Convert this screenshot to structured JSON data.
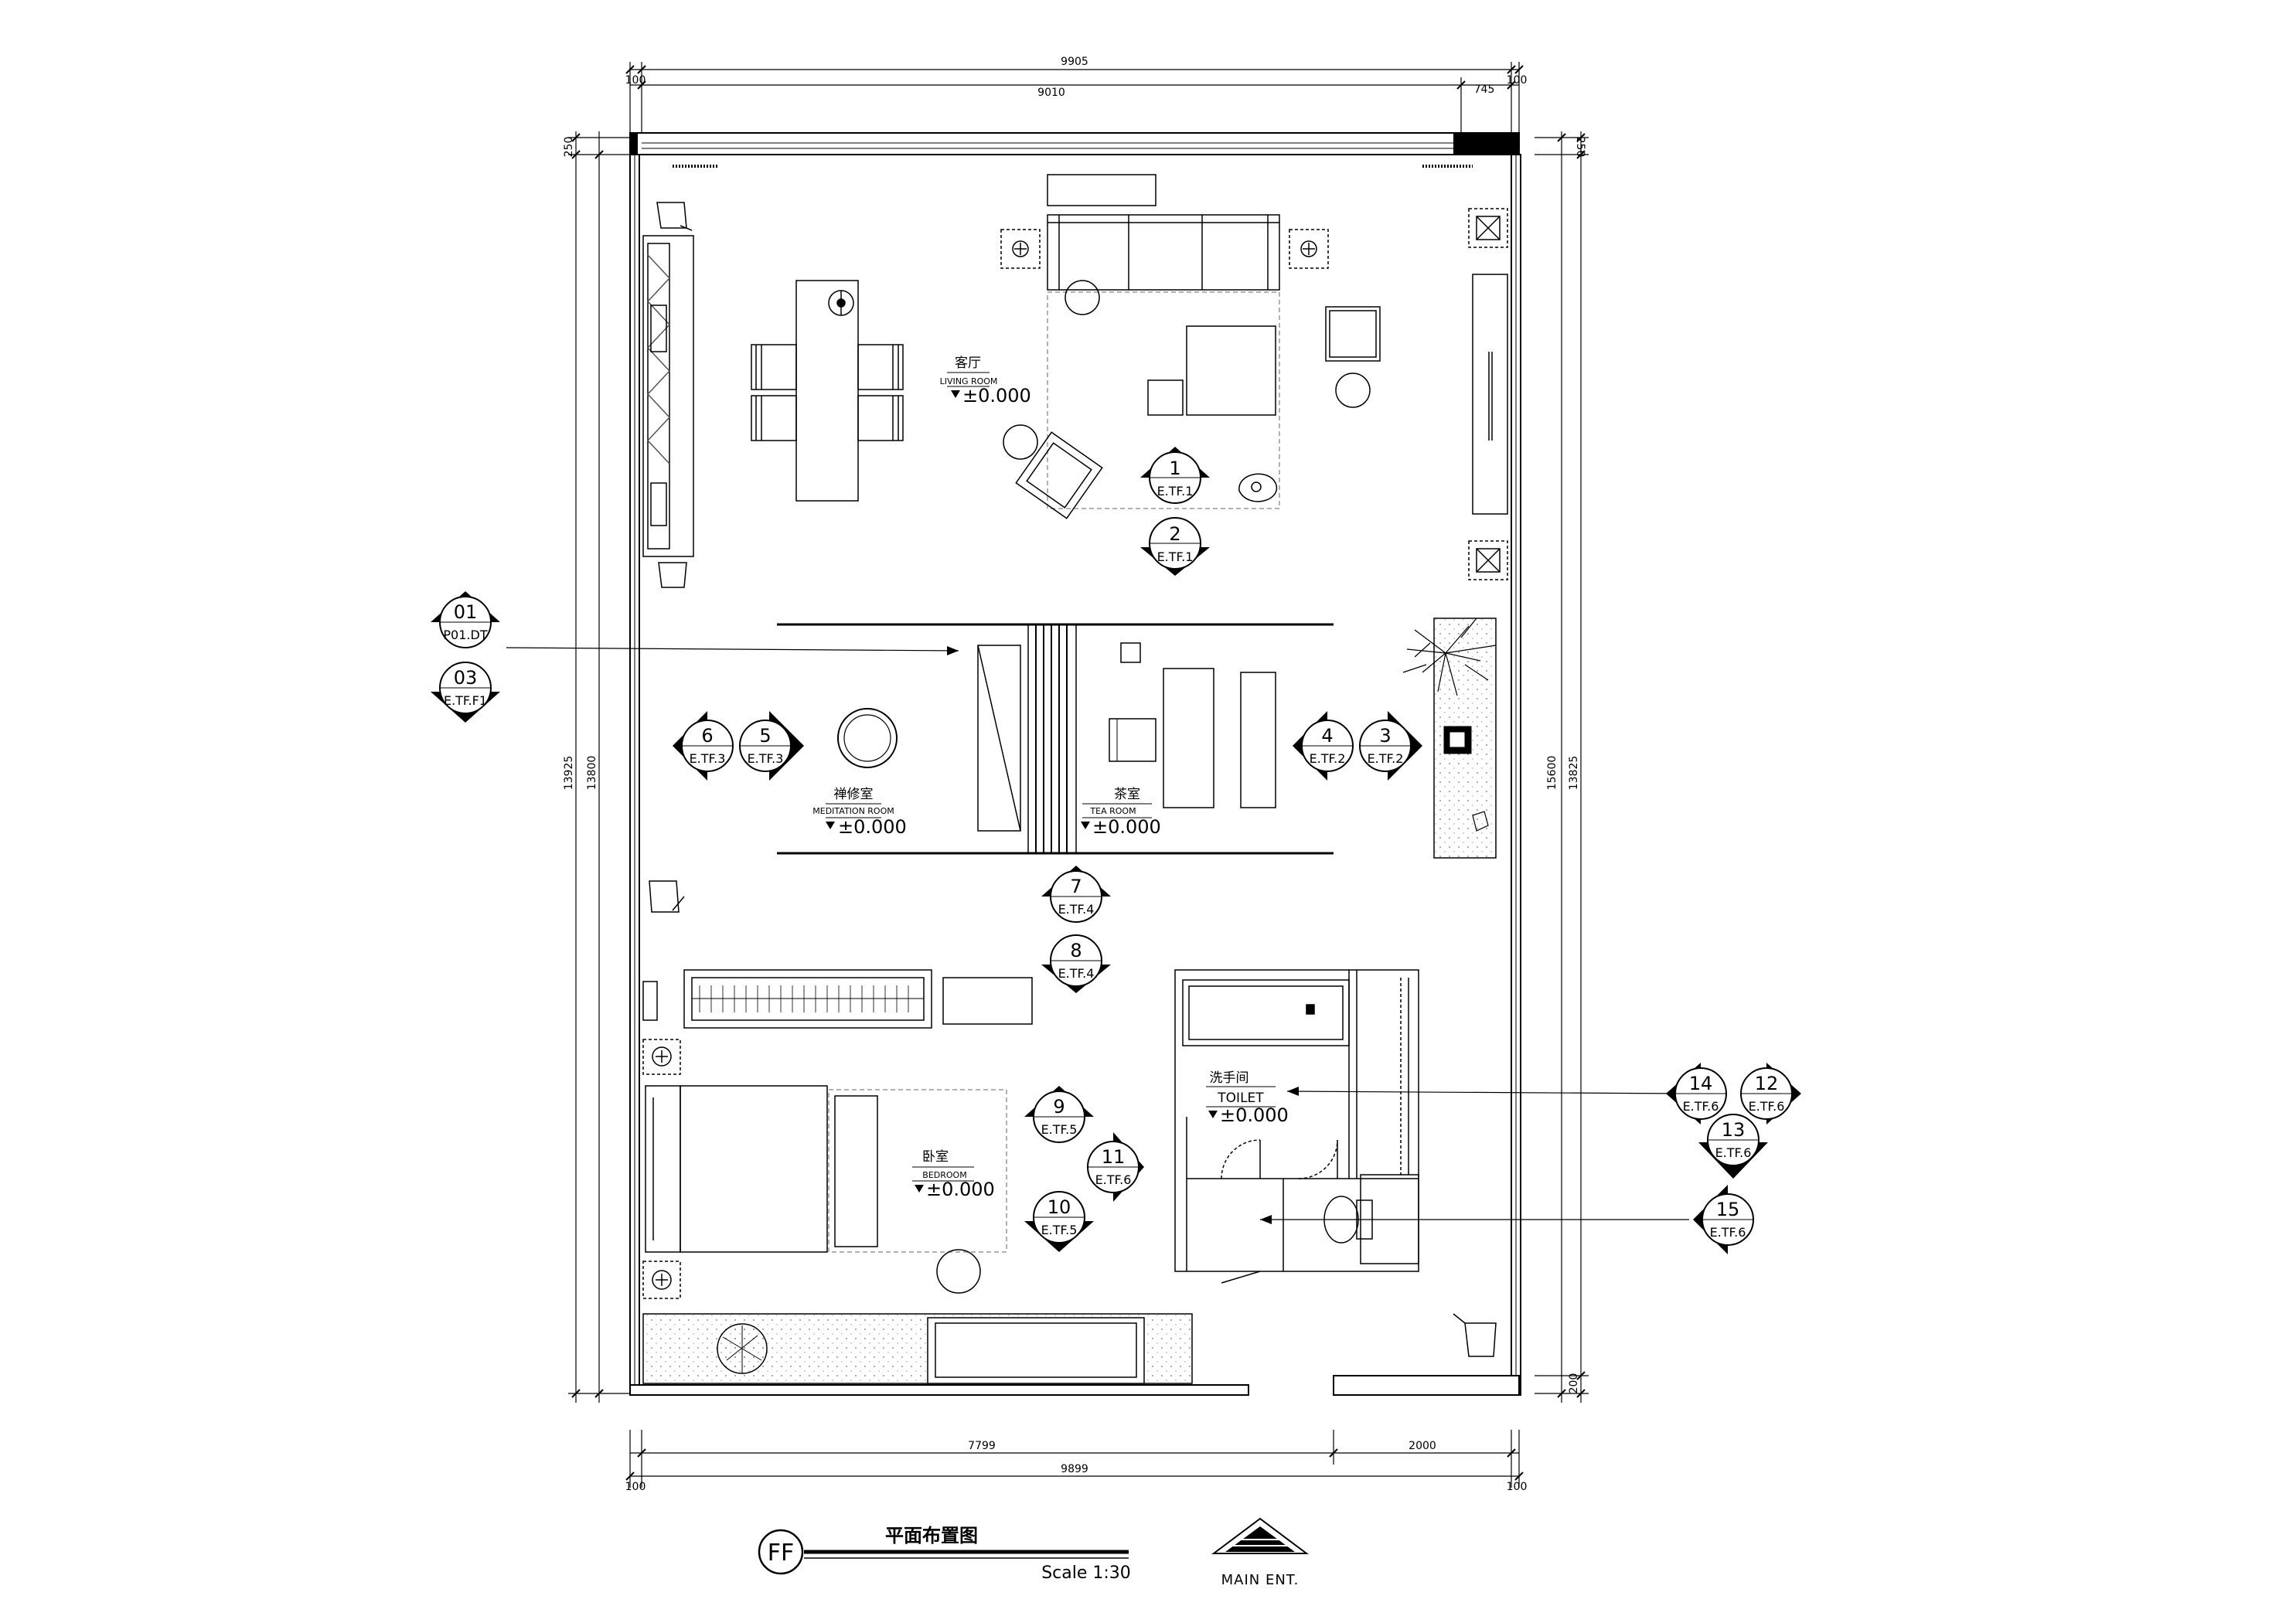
{
  "drawing": {
    "title_cn": "平面布置图",
    "scale": "Scale 1:30",
    "sheet_code": "FF",
    "main_entrance": "MAIN ENT."
  },
  "rooms": {
    "living": {
      "cn": "客厅",
      "en": "LIVING ROOM",
      "level": "±0.000"
    },
    "meditation": {
      "cn": "禅修室",
      "en": "MEDITATION ROOM",
      "level": "±0.000"
    },
    "tea": {
      "cn": "茶室",
      "en": "TEA ROOM",
      "level": "±0.000"
    },
    "bedroom": {
      "cn": "卧室",
      "en": "BEDROOM",
      "level": "±0.000"
    },
    "toilet": {
      "cn": "洗手间",
      "en": "TOILET",
      "level": "±0.000"
    }
  },
  "dimensions": {
    "top_overall": "9905",
    "top_inner": "9010",
    "top_right": "745",
    "top_left_wall": "100",
    "top_right_wall": "100",
    "left_top": "250",
    "left_overall": "13925",
    "left_inner": "13800",
    "right_top": "250",
    "right_inner": "15600",
    "right_overall": "13825",
    "right_bottom": "200",
    "bottom_left": "7799",
    "bottom_right": "2000",
    "bottom_overall": "9899",
    "bottom_left_wall": "100",
    "bottom_right_wall": "100"
  },
  "markers": {
    "m1": {
      "num": "1",
      "ref": "E.TF.1"
    },
    "m2": {
      "num": "2",
      "ref": "E.TF.1"
    },
    "m01": {
      "num": "01",
      "ref": "P01.DT"
    },
    "m03": {
      "num": "03",
      "ref": "E.TF.F1"
    },
    "m6": {
      "num": "6",
      "ref": "E.TF.3"
    },
    "m5": {
      "num": "5",
      "ref": "E.TF.3"
    },
    "m4": {
      "num": "4",
      "ref": "E.TF.2"
    },
    "m3": {
      "num": "3",
      "ref": "E.TF.2"
    },
    "m7": {
      "num": "7",
      "ref": "E.TF.4"
    },
    "m8": {
      "num": "8",
      "ref": "E.TF.4"
    },
    "m9": {
      "num": "9",
      "ref": "E.TF.5"
    },
    "m11": {
      "num": "11",
      "ref": "E.TF.6"
    },
    "m10": {
      "num": "10",
      "ref": "E.TF.5"
    },
    "m14": {
      "num": "14",
      "ref": "E.TF.6"
    },
    "m12": {
      "num": "12",
      "ref": "E.TF.6"
    },
    "m13": {
      "num": "13",
      "ref": "E.TF.6"
    },
    "m15": {
      "num": "15",
      "ref": "E.TF.6"
    }
  },
  "colors": {
    "line": "#000000",
    "light": "#9a9a9a",
    "paper": "#ffffff"
  }
}
